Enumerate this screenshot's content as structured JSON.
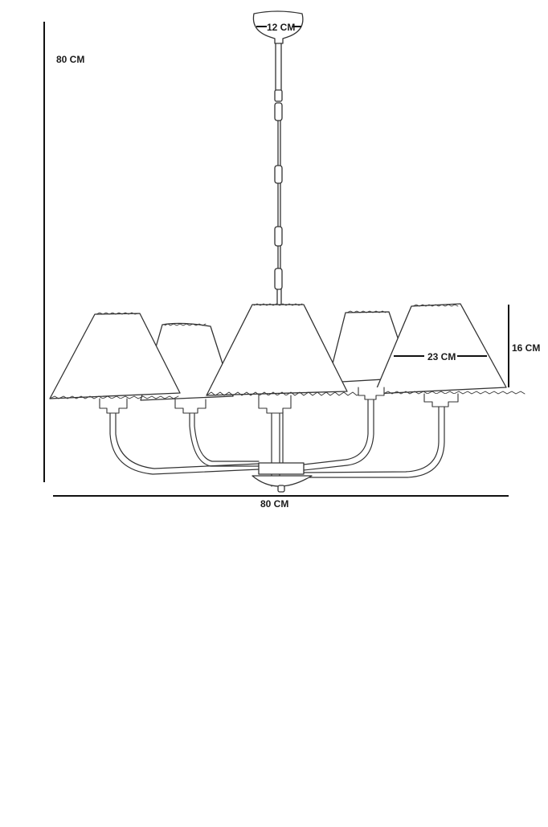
{
  "diagram": {
    "subject": "five-arm chandelier with pleated conical lampshades",
    "colors": {
      "line": "#1a1a1a",
      "background": "#ffffff",
      "sketch": "#333333"
    },
    "dimensions": {
      "total_height": {
        "label": "80 CM",
        "value": 80,
        "unit": "CM",
        "axis": "vertical"
      },
      "total_width": {
        "label": "80 CM",
        "value": 80,
        "unit": "CM",
        "axis": "horizontal"
      },
      "canopy_diameter": {
        "label": "12 CM",
        "value": 12,
        "unit": "CM"
      },
      "shade_height": {
        "label": "16 CM",
        "value": 16,
        "unit": "CM"
      },
      "shade_diameter": {
        "label": "23 CM",
        "value": 23,
        "unit": "CM"
      }
    },
    "components": {
      "canopy": "ceiling-canopy",
      "chain": "suspension-chain",
      "arms": 5,
      "shades": 5,
      "hub": "center-hub"
    }
  }
}
